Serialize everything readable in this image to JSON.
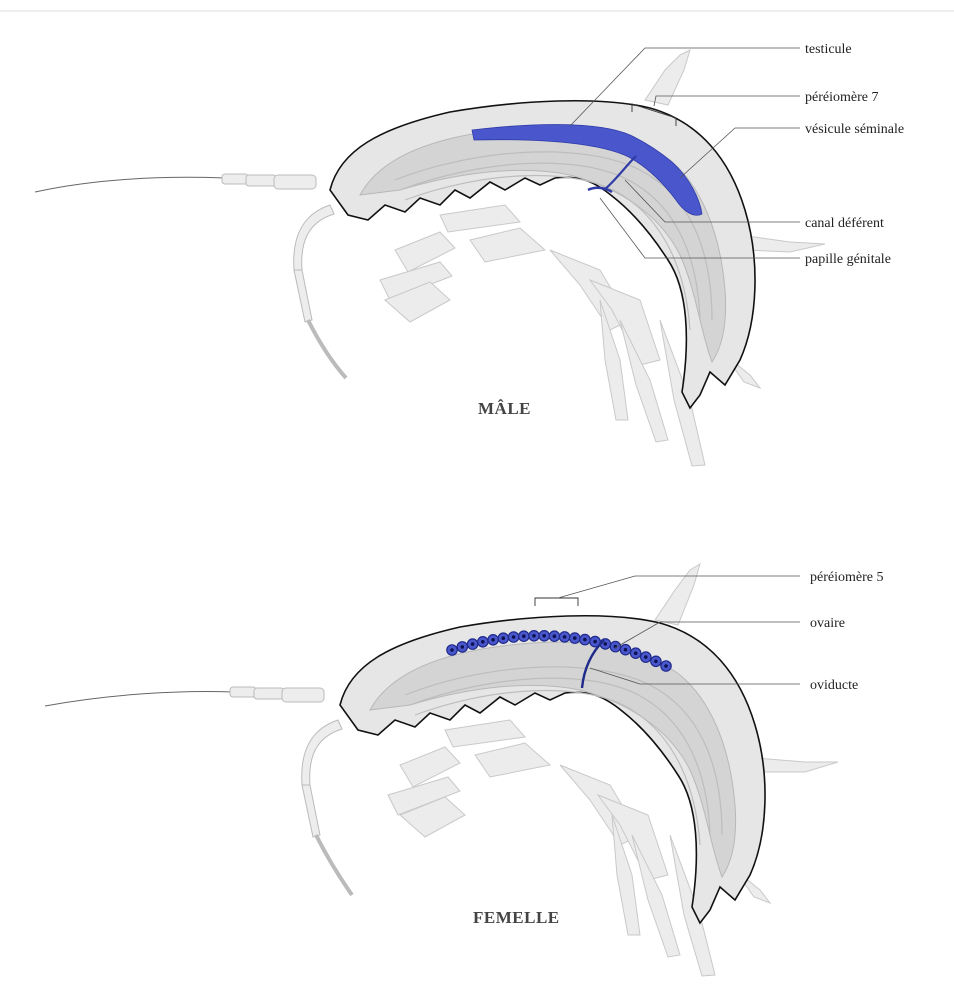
{
  "labels": {
    "male": {
      "title": "MÂLE",
      "testicule": "testicule",
      "pereiomere7": "péréiomère 7",
      "vesicule": "vésicule séminale",
      "canal": "canal déférent",
      "papille": "papille génitale"
    },
    "female": {
      "title": "FEMELLE",
      "pereiomere5": "péréiomère 5",
      "ovaire": "ovaire",
      "oviducte": "oviducte"
    }
  },
  "colors": {
    "organ_fill": "#4a57cc",
    "organ_dark": "#1f2a8a",
    "body": "#e6e6e6",
    "outline": "#111111"
  }
}
